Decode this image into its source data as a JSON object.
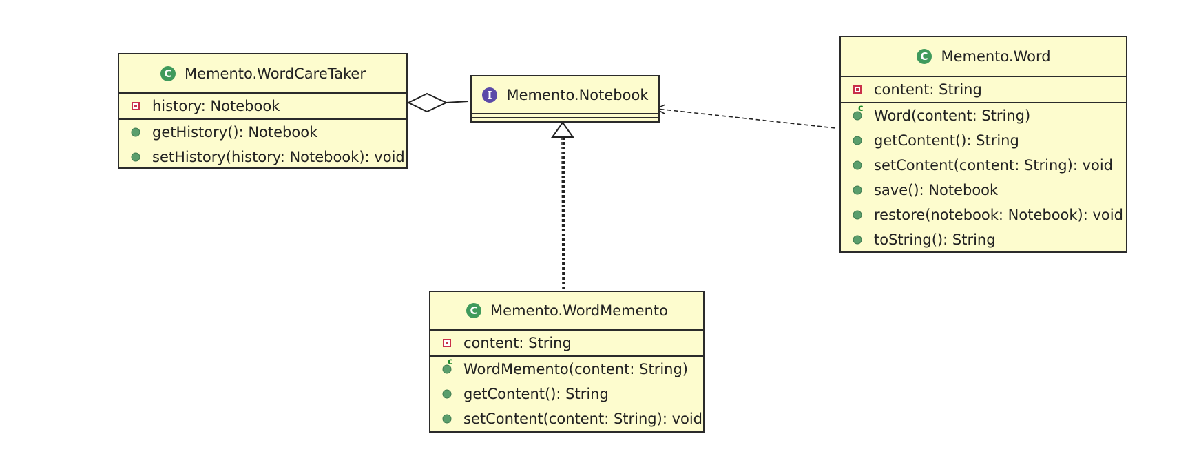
{
  "colors": {
    "class_fill": "#fdfcce",
    "border": "#2b2b2b",
    "class_badge": "#3f9a5c",
    "interface_badge": "#5b4aa8",
    "method_dot": "#5a9e6c",
    "private_field": "#c9304a"
  },
  "classes": {
    "wordcaretaker": {
      "badge": "C",
      "title": "Memento.WordCareTaker",
      "fields": [
        "history: Notebook"
      ],
      "methods": [
        "getHistory(): Notebook",
        "setHistory(history: Notebook): void"
      ]
    },
    "notebook": {
      "badge": "I",
      "title": "Memento.Notebook"
    },
    "word": {
      "badge": "C",
      "title": "Memento.Word",
      "fields": [
        "content: String"
      ],
      "constructor": "Word(content: String)",
      "ctor_marker": "c",
      "methods": [
        "getContent(): String",
        "setContent(content: String): void",
        "save(): Notebook",
        "restore(notebook: Notebook): void",
        "toString(): String"
      ]
    },
    "wordmemento": {
      "badge": "C",
      "title": "Memento.WordMemento",
      "fields": [
        "content: String"
      ],
      "constructor": "WordMemento(content: String)",
      "ctor_marker": "c",
      "methods": [
        "getContent(): String",
        "setContent(content: String): void"
      ]
    }
  },
  "relationships": [
    {
      "type": "aggregation",
      "from": "Memento.WordCareTaker",
      "to": "Memento.Notebook"
    },
    {
      "type": "realization",
      "from": "Memento.WordMemento",
      "to": "Memento.Notebook"
    },
    {
      "type": "dependency",
      "from": "Memento.Word",
      "to": "Memento.Notebook"
    }
  ]
}
